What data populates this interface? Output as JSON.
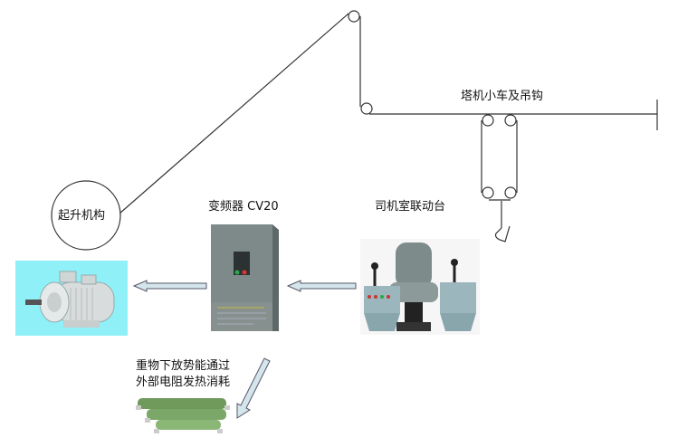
{
  "labels": {
    "hoist_mechanism": "起升机构",
    "inverter": "变频器 CV20",
    "trolley_and_hook": "塔机小车及吊钩",
    "cab_console": "司机室联动台",
    "energy_note_line1": "重物下放势能通过",
    "energy_note_line2": "外部电阻发热消耗"
  },
  "colors": {
    "motor_background": "#8ff0f8",
    "inverter_body": "#7e8a8a",
    "arrow_fill": "#d4e6ec",
    "arrow_stroke": "#556",
    "resistor_green": "#6f9a5c",
    "line": "#222222"
  },
  "flow": [
    {
      "from": "cab_console",
      "to": "inverter"
    },
    {
      "from": "inverter",
      "to": "motor"
    },
    {
      "from": "inverter",
      "to": "braking_resistor"
    }
  ]
}
